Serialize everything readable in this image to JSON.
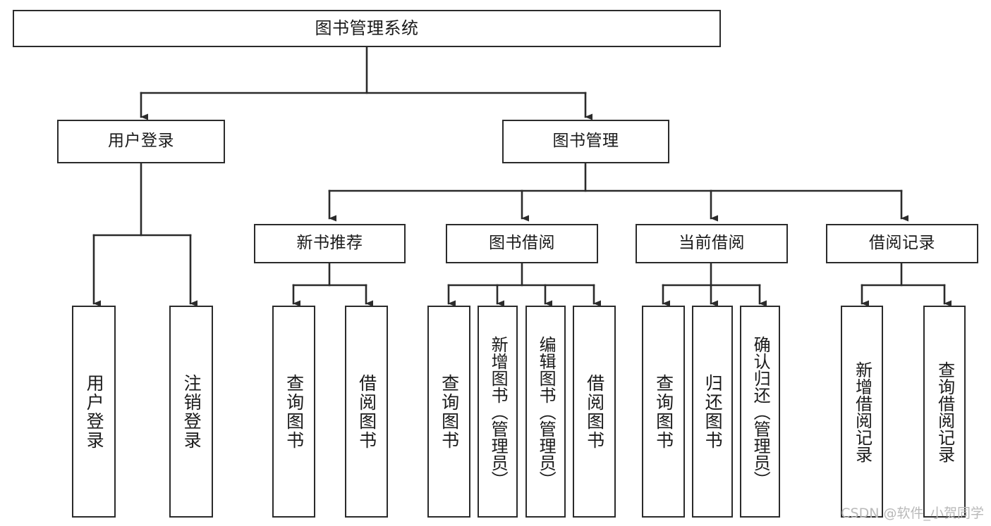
{
  "diagram": {
    "title": "图书管理系统",
    "type": "tree-hierarchy",
    "root": {
      "id": "root",
      "label": "图书管理系统"
    },
    "level1": [
      {
        "id": "user-login",
        "label": "用户登录"
      },
      {
        "id": "book-manage",
        "label": "图书管理"
      }
    ],
    "level2": [
      {
        "id": "new-book-rec",
        "label": "新书推荐",
        "parent": "book-manage"
      },
      {
        "id": "book-borrow",
        "label": "图书借阅",
        "parent": "book-manage"
      },
      {
        "id": "current-borrow",
        "label": "当前借阅",
        "parent": "book-manage"
      },
      {
        "id": "borrow-record",
        "label": "借阅记录",
        "parent": "book-manage"
      }
    ],
    "leaves": {
      "user-login": [
        {
          "id": "leaf-user-login",
          "label": "用户登录"
        },
        {
          "id": "leaf-user-logout",
          "label": "注销登录"
        }
      ],
      "new-book-rec": [
        {
          "id": "leaf-query-book-1",
          "label": "查询图书"
        },
        {
          "id": "leaf-borrow-book-1",
          "label": "借阅图书"
        }
      ],
      "book-borrow": [
        {
          "id": "leaf-query-book-2",
          "label": "查询图书"
        },
        {
          "id": "leaf-add-book",
          "label": "新增图书（管理员）"
        },
        {
          "id": "leaf-edit-book",
          "label": "编辑图书（管理员）"
        },
        {
          "id": "leaf-borrow-book-2",
          "label": "借阅图书"
        }
      ],
      "current-borrow": [
        {
          "id": "leaf-query-book-3",
          "label": "查询图书"
        },
        {
          "id": "leaf-return-book",
          "label": "归还图书"
        },
        {
          "id": "leaf-confirm-return",
          "label": "确认归还（管理员）"
        }
      ],
      "borrow-record": [
        {
          "id": "leaf-add-record",
          "label": "新增借阅记录"
        },
        {
          "id": "leaf-query-record",
          "label": "查询借阅记录"
        }
      ]
    }
  },
  "watermark": {
    "text": "CSDN @软件_小贺同学"
  },
  "colors": {
    "background": "#ffffff",
    "node_border": "#2b2b2b",
    "node_fill": "#ffffff",
    "connector": "#2b2b2b",
    "text": "#1a1a1a",
    "watermark": "#b9b9b9"
  }
}
